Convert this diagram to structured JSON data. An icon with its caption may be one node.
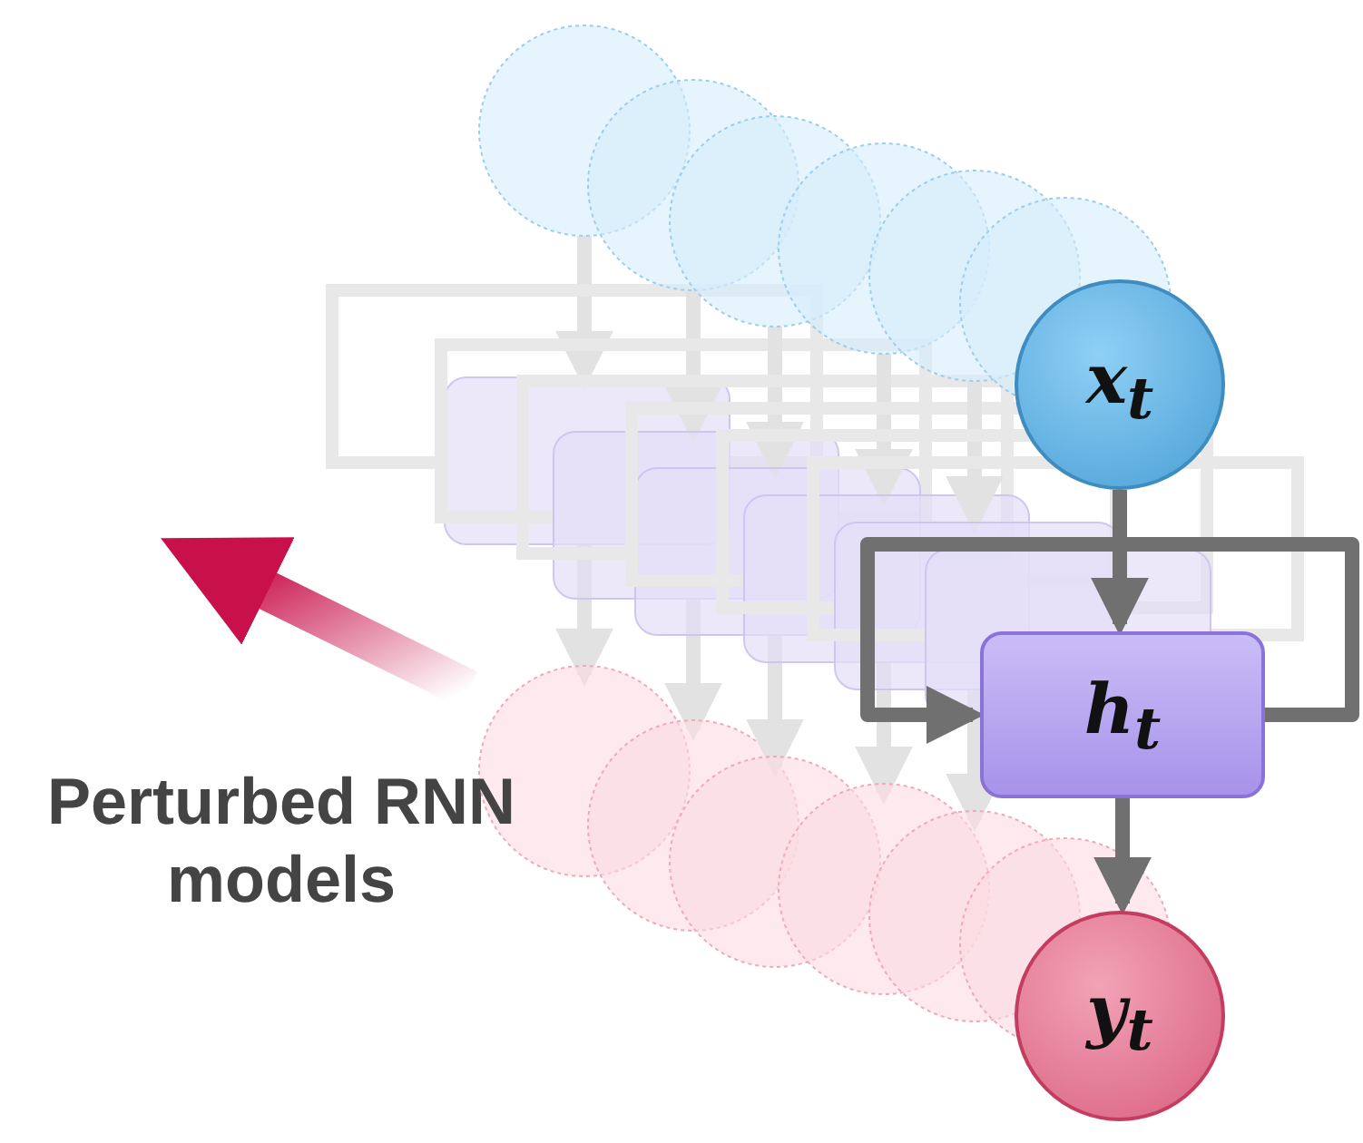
{
  "diagram": {
    "nodes": [
      {
        "text": [
          "x$_{t}$"
        ]
      },
      {
        "text": [
          "h$_{t}$"
        ]
      },
      {
        "text": [
          "y$_{t}$"
        ]
      }
    ],
    "edges": [
      {
        "from": 0,
        "to": 1,
        "arrow": "to"
      },
      {
        "from": 1,
        "to": 1,
        "arrow": "to"
      },
      {
        "from": 1,
        "to": 2,
        "arrow": "to"
      }
    ],
    "labels": [
      "Perturbed RNN models"
    ]
  }
}
